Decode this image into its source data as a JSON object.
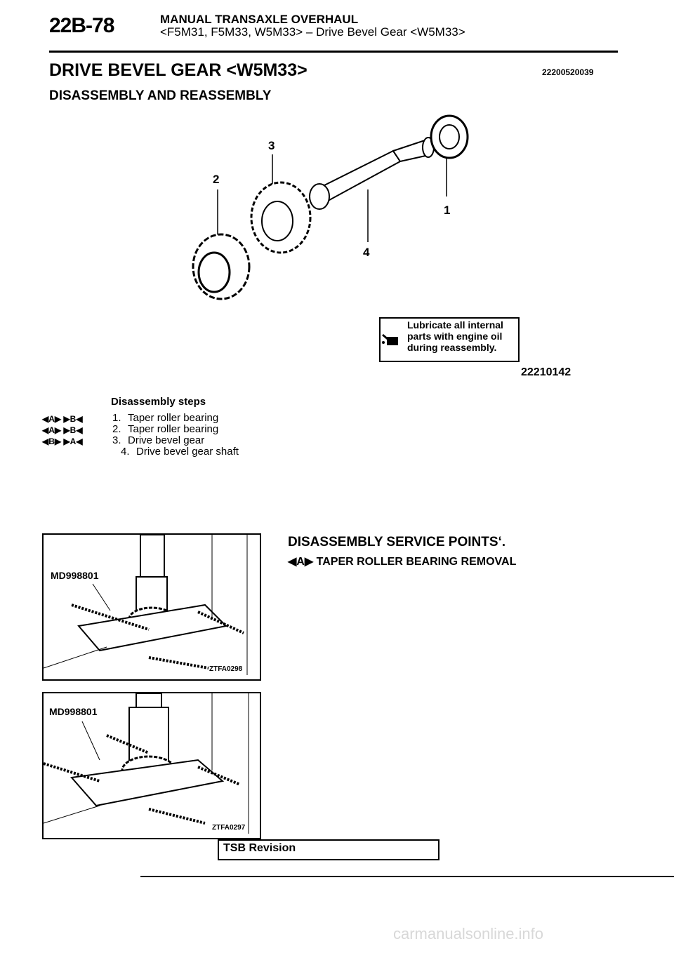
{
  "header": {
    "page_number": "22B-78",
    "title": "MANUAL TRANSAXLE OVERHAUL",
    "subtitle_models": "<F5M31, F5M33, W5M33>",
    "subtitle_dash": "–",
    "subtitle_section": "Drive Bevel Gear <W5M33>"
  },
  "section": {
    "title": "DRIVE BEVEL GEAR <W5M33>",
    "doc_code": "22200520039",
    "subtitle": "DISASSEMBLY AND REASSEMBLY"
  },
  "exploded_view": {
    "callouts": [
      "3",
      "2",
      "1",
      "4"
    ],
    "note_lines": [
      "Lubricate all internal",
      "parts with engine oil",
      "during reassembly."
    ],
    "figure_code": "22210142"
  },
  "steps": {
    "title": "Disassembly  steps",
    "items": [
      {
        "badges": "◀A▶ ▶B◀",
        "number": "1.",
        "text": "Taper  roller  bearing"
      },
      {
        "badges": "◀A▶ ▶B◀",
        "number": "2.",
        "text": "Taper  roller  bearing"
      },
      {
        "badges": "◀B▶ ▶A◀",
        "number": "3.",
        "text": "Drive  bevel  gear"
      },
      {
        "badges": "",
        "number": "4.",
        "text": "Drive bevel gear shaft"
      }
    ]
  },
  "service": {
    "title": "DISASSEMBLY SERVICE POINTS‘.",
    "item_badge": "◀A▶",
    "item_text": "TAPER ROLLER BEARING REMOVAL"
  },
  "figures": [
    {
      "tool_label": "MD998801",
      "code": "ZTFA0298"
    },
    {
      "tool_label": "MD998801",
      "code": "ZTFA0297"
    }
  ],
  "footer": {
    "tsb": "TSB Revision",
    "watermark": "carmanualsonline.info"
  }
}
